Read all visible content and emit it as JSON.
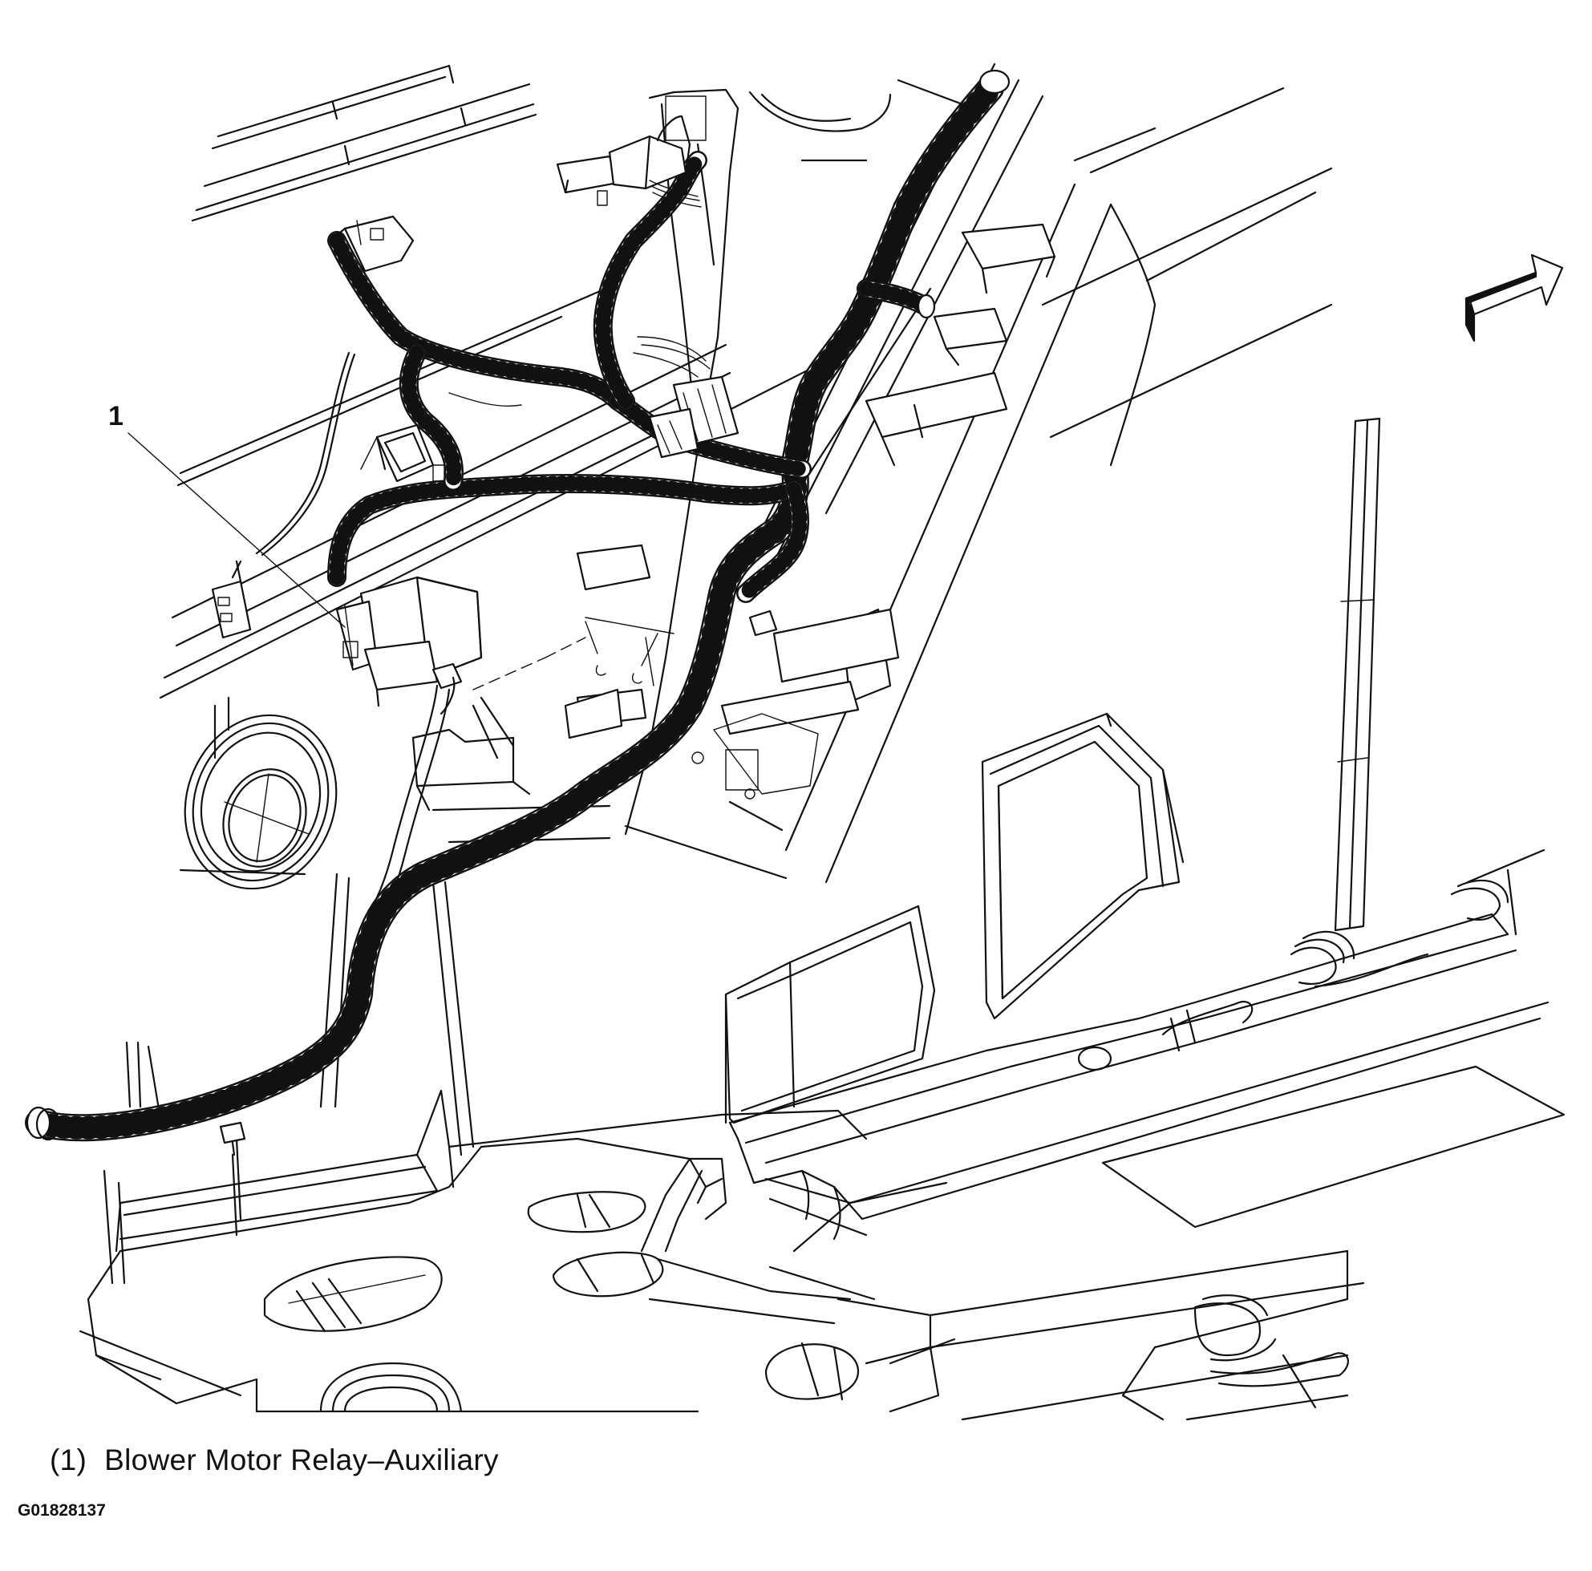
{
  "diagram": {
    "callouts": [
      {
        "number": "1",
        "label": "Blower Motor Relay–Auxiliary"
      }
    ],
    "legend": [
      {
        "number": "(1)",
        "label": "Blower Motor Relay–Auxiliary"
      }
    ],
    "figure_id": "G01828137",
    "icons": [
      "direction-arrow-icon"
    ]
  }
}
